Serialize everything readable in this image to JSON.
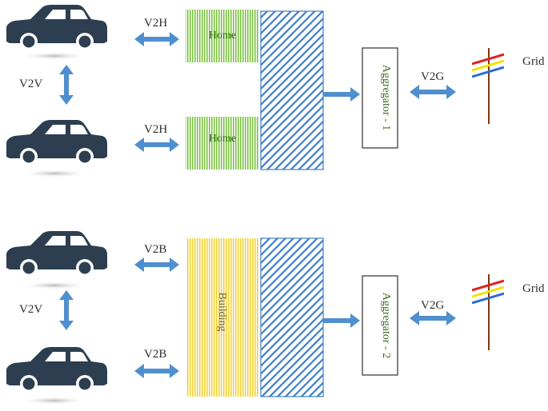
{
  "colors": {
    "car": "#2c3e50",
    "arrow": "#4f8fcf",
    "home_stripe": "#7cc242",
    "building_stripe": "#f2d13c",
    "hatch": "#3f7fc8",
    "text_green": "#3d6b22"
  },
  "top": {
    "v2v": "V2V",
    "v2h_1": "V2H",
    "v2h_2": "V2H",
    "home_1": "Home",
    "home_2": "Home",
    "aggregator": "Aggregator - 1",
    "v2g": "V2G",
    "grid": "Grid"
  },
  "bottom": {
    "v2v": "V2V",
    "v2b_1": "V2B",
    "v2b_2": "V2B",
    "building": "Building",
    "aggregator": "Aggregator - 2",
    "v2g": "V2G",
    "grid": "Grid"
  },
  "icons": [
    "car-icon",
    "double-arrow-icon",
    "right-arrow-icon",
    "power-pole-icon"
  ]
}
